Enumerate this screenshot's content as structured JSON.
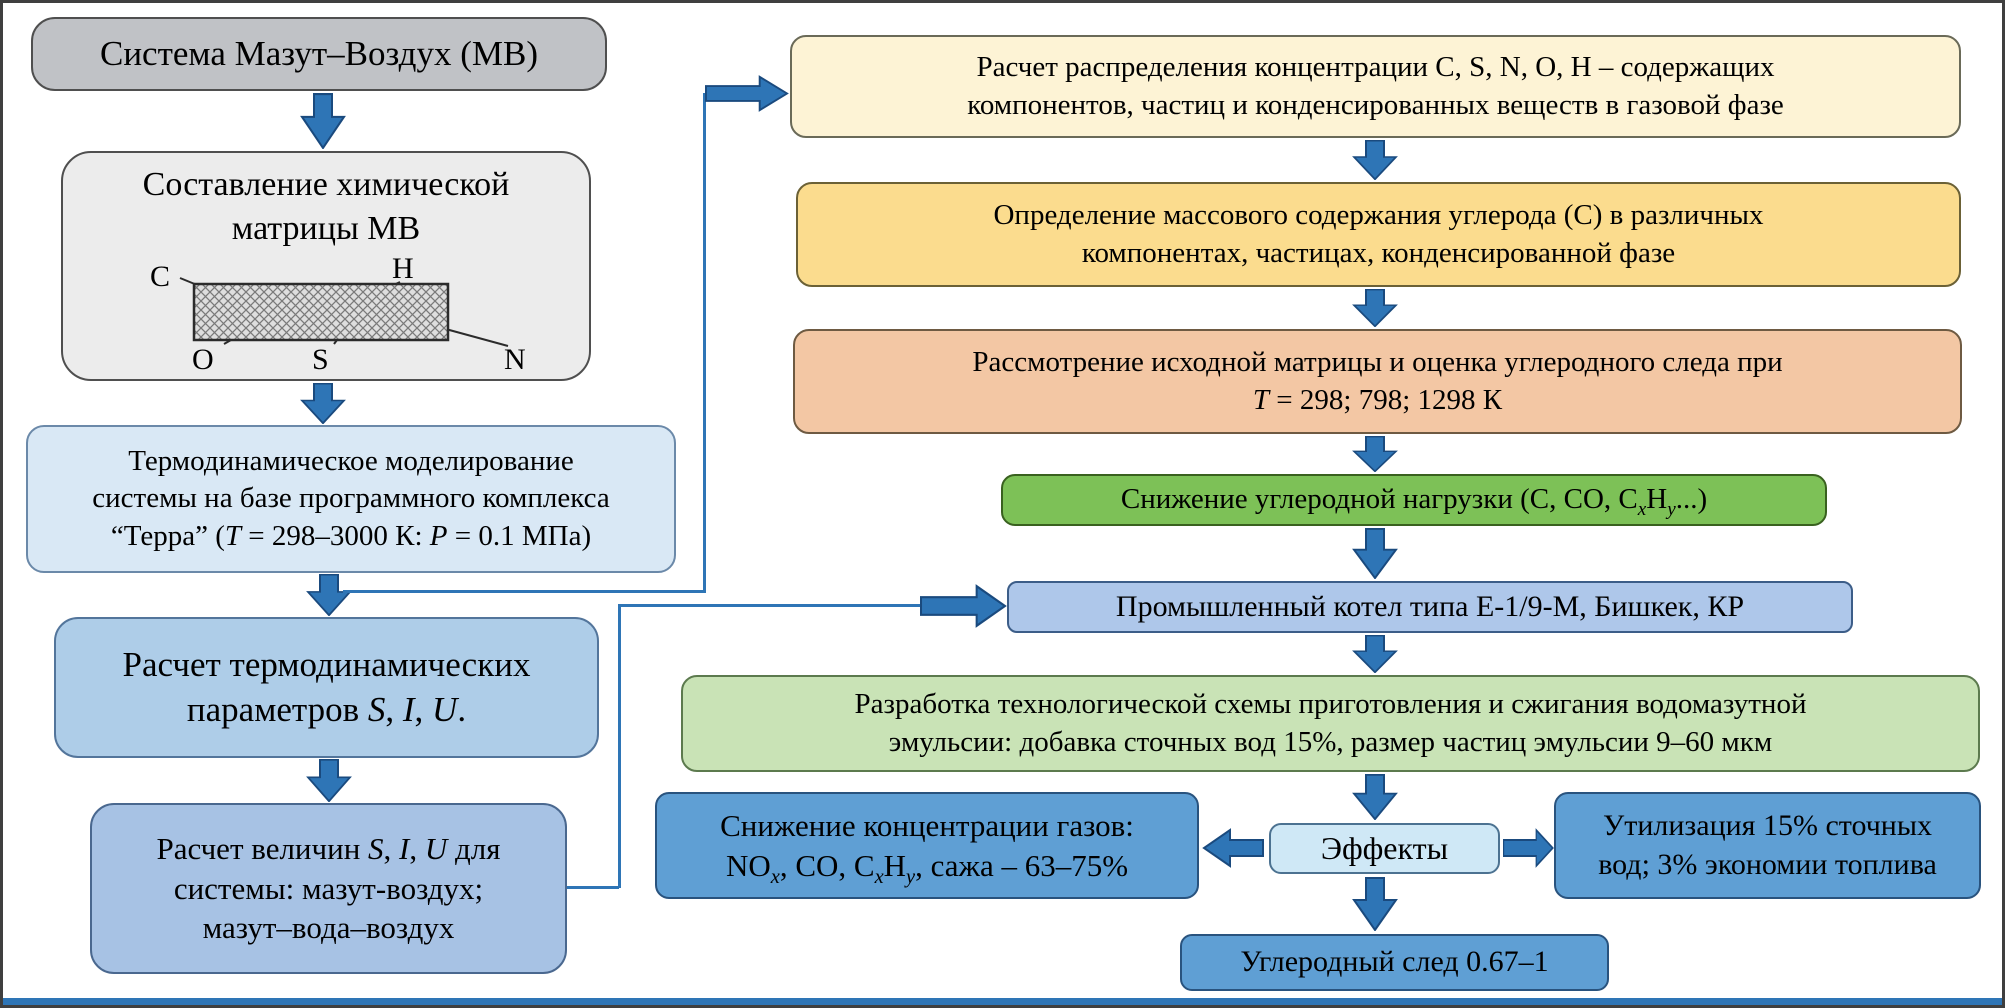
{
  "colors": {
    "arrow_blue": "#2e75b6",
    "result_box_blue": "#5f9fd4",
    "reduction_green": "#7dc157",
    "matrix_yellow": "#fbdc8e",
    "matrix_orange": "#f3c7a4"
  },
  "boxes": {
    "l1": {
      "text": "Система Мазут–Воздух (МВ)"
    },
    "l2": {
      "title_line1": "Составление химической",
      "title_line2": "матрицы МВ",
      "matrix_labels": {
        "c": "C",
        "h": "H",
        "o": "O",
        "s": "S",
        "n": "N"
      }
    },
    "l3": {
      "line1": "Термодинамическое моделирование",
      "line2": "системы на базе программного комплекса",
      "line3": [
        "“Терра” (",
        "T",
        " = 298–3000 К: ",
        "P",
        " = 0.1 МПа)"
      ]
    },
    "l4": {
      "line1": "Расчет термодинамических",
      "line2": [
        "параметров ",
        "S",
        ", ",
        "I",
        ", ",
        "U",
        "."
      ]
    },
    "l5": {
      "line1": [
        "Расчет величин ",
        "S",
        ", ",
        "I",
        ", ",
        "U",
        " для"
      ],
      "line2": "системы: мазут-воздух;",
      "line3": "мазут–вода–воздух"
    },
    "r1": {
      "line1": "Расчет распределения концентрации C, S, N, O, H – содержащих",
      "line2": "компонентов, частиц и конденсированных веществ в газовой фазе"
    },
    "r2": {
      "line1": "Определение массового содержания углерода (C) в различных",
      "line2": "компонентах, частицах, конденсированной фазе"
    },
    "r3": {
      "line1": "Рассмотрение исходной матрицы и оценка углеродного следа при",
      "line2": [
        "T",
        " = 298; 798; 1298 К"
      ]
    },
    "r4": {
      "segments": [
        "Снижение углеродной нагрузки (C, CO, C",
        "x",
        "H",
        "y",
        "...)"
      ]
    },
    "r5": {
      "text": "Промышленный котел типа Е-1/9-М, Бишкек, КР"
    },
    "r6": {
      "line1": "Разработка технологической схемы приготовления и сжигания водомазутной",
      "line2": "эмульсии: добавка сточных вод 15%, размер частиц эмульсии 9–60 мкм"
    },
    "b1": {
      "line1": "Снижение концентрации газов:",
      "line2": [
        "NO",
        "x",
        ", CO, C",
        "x",
        "H",
        "y",
        ", сажа – 63–75%"
      ]
    },
    "effects": {
      "text": "Эффекты"
    },
    "b2": {
      "line1": "Утилизация 15% сточных",
      "line2": "вод; 3% экономии топлива"
    },
    "b3": {
      "text": "Углеродный след 0.67–1"
    }
  }
}
